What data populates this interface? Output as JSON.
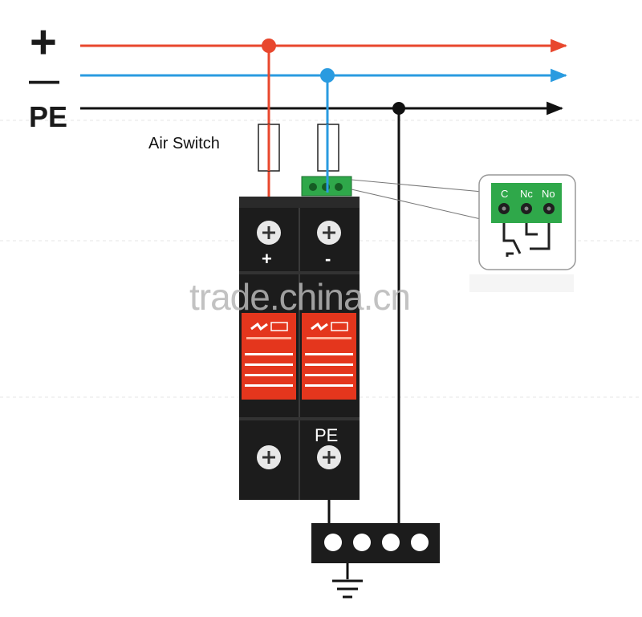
{
  "rails": {
    "positive": {
      "label": "+",
      "color": "#e8472d"
    },
    "negative": {
      "label": "—",
      "color": "#2a9be0"
    },
    "pe": {
      "label": "PE",
      "color": "#111111"
    }
  },
  "air_switch": {
    "label": "Air Switch"
  },
  "spd": {
    "module_left": {
      "polarity_label": "+"
    },
    "module_right": {
      "polarity_label": "-",
      "bottom_label": "PE"
    },
    "body_color": "#1c1c1c",
    "window_color": "#e4361d"
  },
  "relay": {
    "terminals": [
      "C",
      "Nc",
      "No"
    ],
    "color": "#2fa84a"
  },
  "watermark": {
    "text": "trade.china.cn"
  },
  "ground_bar": {
    "terminal_count": 4
  },
  "icons": [
    "screw-terminal-icon",
    "ground-symbol-icon",
    "arrow-right-icon",
    "junction-dot-icon"
  ]
}
